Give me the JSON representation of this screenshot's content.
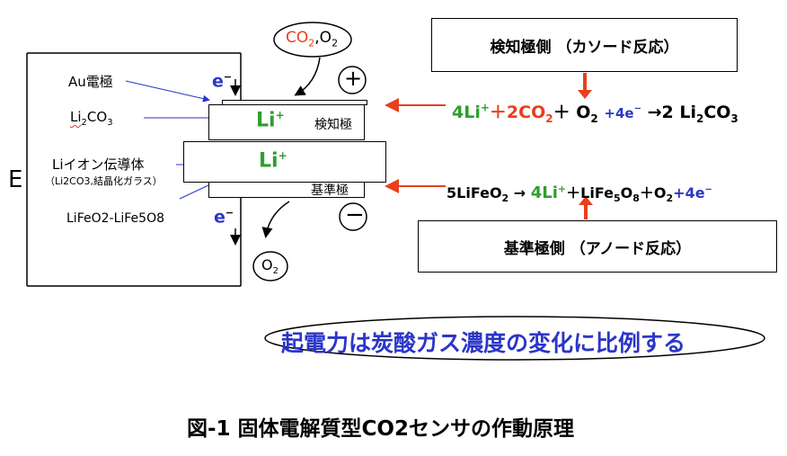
{
  "circuit": {
    "e_label": "E"
  },
  "gas_bubble": {
    "co2": "CO",
    "co2_sub": "2",
    "o2": ",O",
    "o2_sub": "2"
  },
  "left_labels": {
    "au": "Au電極",
    "li2co3_1": "Li",
    "li2co3_2": "2",
    "li2co3_3": "CO",
    "li2co3_4": "3",
    "conductor": "Liイオン伝導体",
    "conductor_note": "（Li2CO3,結晶化ガラス）",
    "lifeo": "LiFeO2-LiFe5O8"
  },
  "electron_top": "e",
  "electron_top_sup": "−",
  "electron_bot": "e",
  "electron_bot_sup": "−",
  "sensor": {
    "top_label": "検知極",
    "bottom_label": "基準極",
    "li_top": "Li",
    "li_top_sup": "+",
    "li_mid": "Li",
    "li_mid_sup": "+"
  },
  "plus_sign": "+",
  "minus_sign": "−",
  "o2_bubble": {
    "o": "O",
    "sub": "2"
  },
  "cathode_box": "検知極側 （カソード反応）",
  "anode_box": "基準極側 （アノード反応）",
  "eq_top": {
    "p1": "4Li",
    "p1s": "+",
    "p2": "＋",
    "p3": "2CO",
    "p3s": "2",
    "p4": "＋ O",
    "p4s": "2",
    "p5": "+4e",
    "p5s": "−",
    "p6": "→2 Li",
    "p6s": "2",
    "p7": "CO",
    "p7s": "3"
  },
  "eq_bottom": {
    "p1": "5LiFeO",
    "p1s": "2",
    "p2": " → ",
    "p3": "4Li",
    "p3s": "+",
    "p4": "＋LiFe",
    "p4s": "5",
    "p5": "O",
    "p5s": "8",
    "p6": "＋O",
    "p6s": "2",
    "p7": "+",
    "p8": "4e",
    "p8s": "−"
  },
  "statement": "起電力は炭酸ガス濃度の変化に比例する",
  "caption": "図-1 固体電解質型CO2センサの作動原理",
  "colors": {
    "green": "#2f9e2f",
    "red": "#e8401c",
    "blue": "#2b36c8",
    "arrow": "#e8401c"
  }
}
